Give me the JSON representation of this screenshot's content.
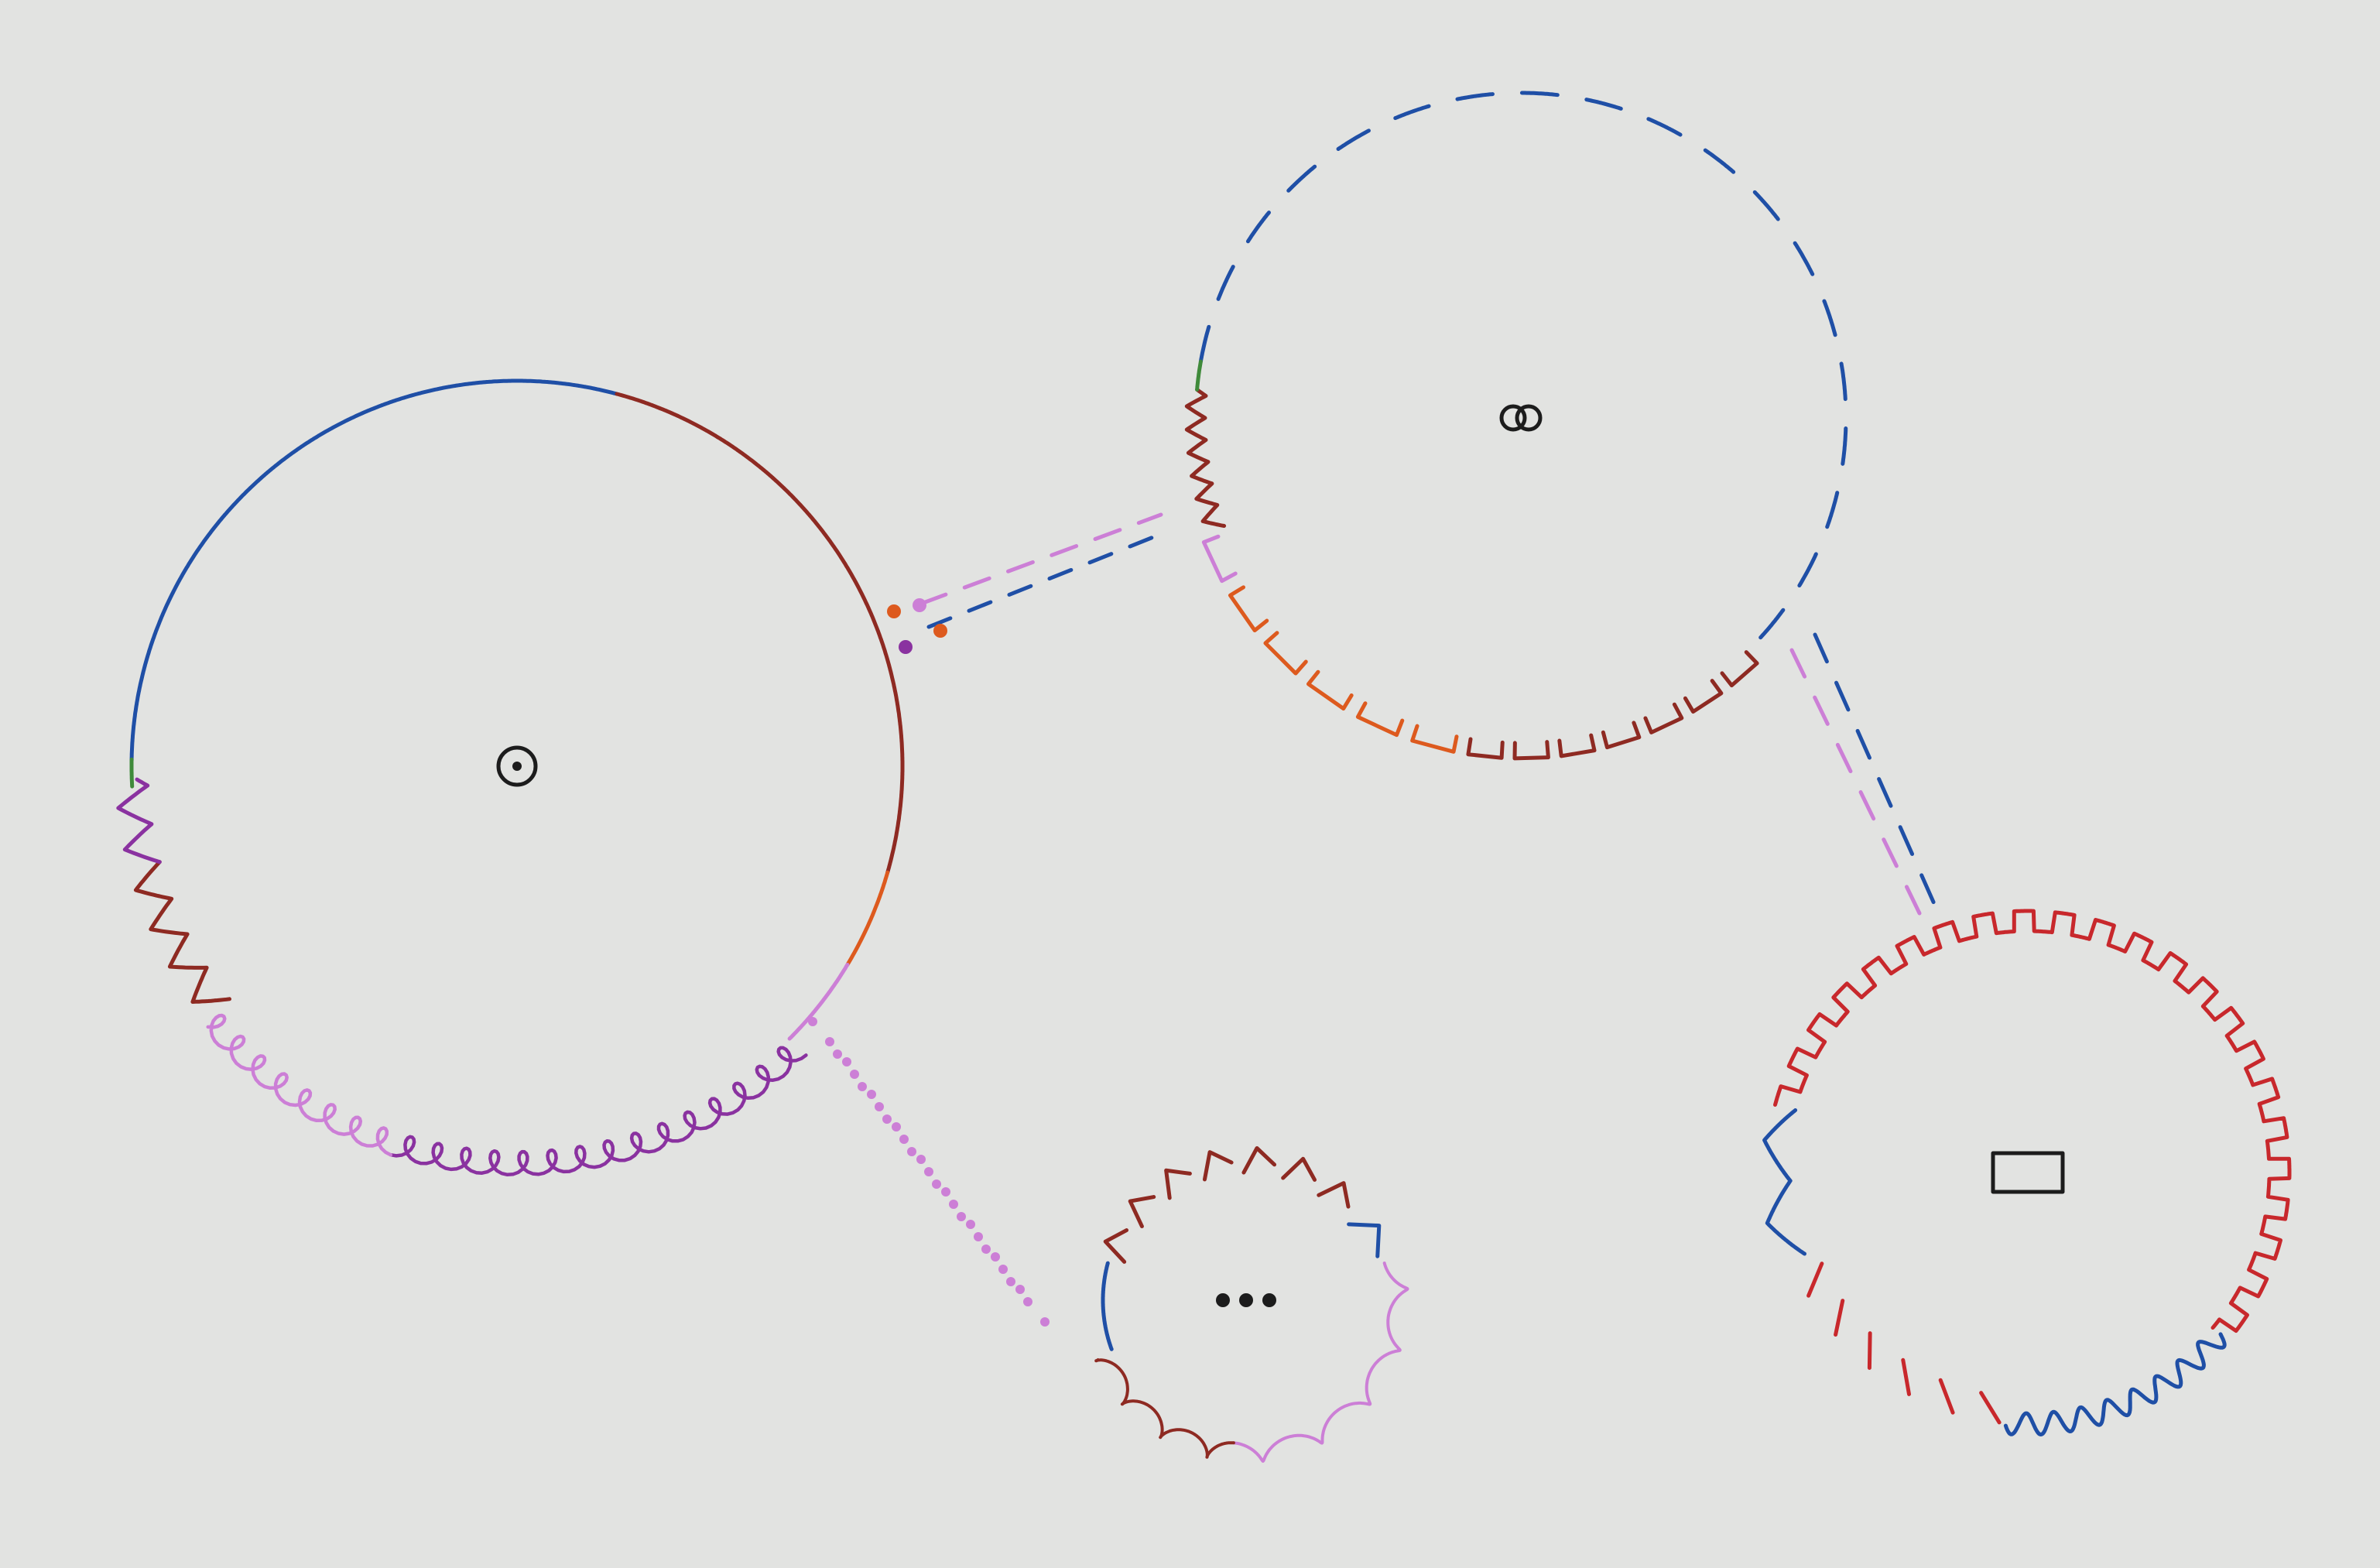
{
  "palette": {
    "paper": "#e2e3e1",
    "blue": "#1f4fa6",
    "red": "#c8282c",
    "dark_red": "#8e2a22",
    "orange": "#dd5a1e",
    "purple": "#8a32a0",
    "violet": "#cc7fd6",
    "green": "#3f8a3a",
    "black": "#1c1c1c"
  },
  "diagram": {
    "nodes": [
      {
        "id": "big-wheel",
        "center_mark": "circle-dot"
      },
      {
        "id": "dashed-wheel",
        "center_mark": "double-ring"
      },
      {
        "id": "toothed-wheel",
        "center_mark": "rectangle"
      },
      {
        "id": "small-wheel",
        "center_mark": "three-dots"
      }
    ],
    "connections": [
      {
        "from": "big-wheel",
        "to": "dashed-wheel",
        "style": "double-dashed",
        "colors": [
          "blue",
          "violet"
        ]
      },
      {
        "from": "dashed-wheel",
        "to": "toothed-wheel",
        "style": "double-dashed",
        "colors": [
          "violet",
          "blue"
        ]
      },
      {
        "from": "big-wheel",
        "to": "small-wheel",
        "style": "double-dotted",
        "colors": [
          "violet"
        ]
      }
    ]
  }
}
